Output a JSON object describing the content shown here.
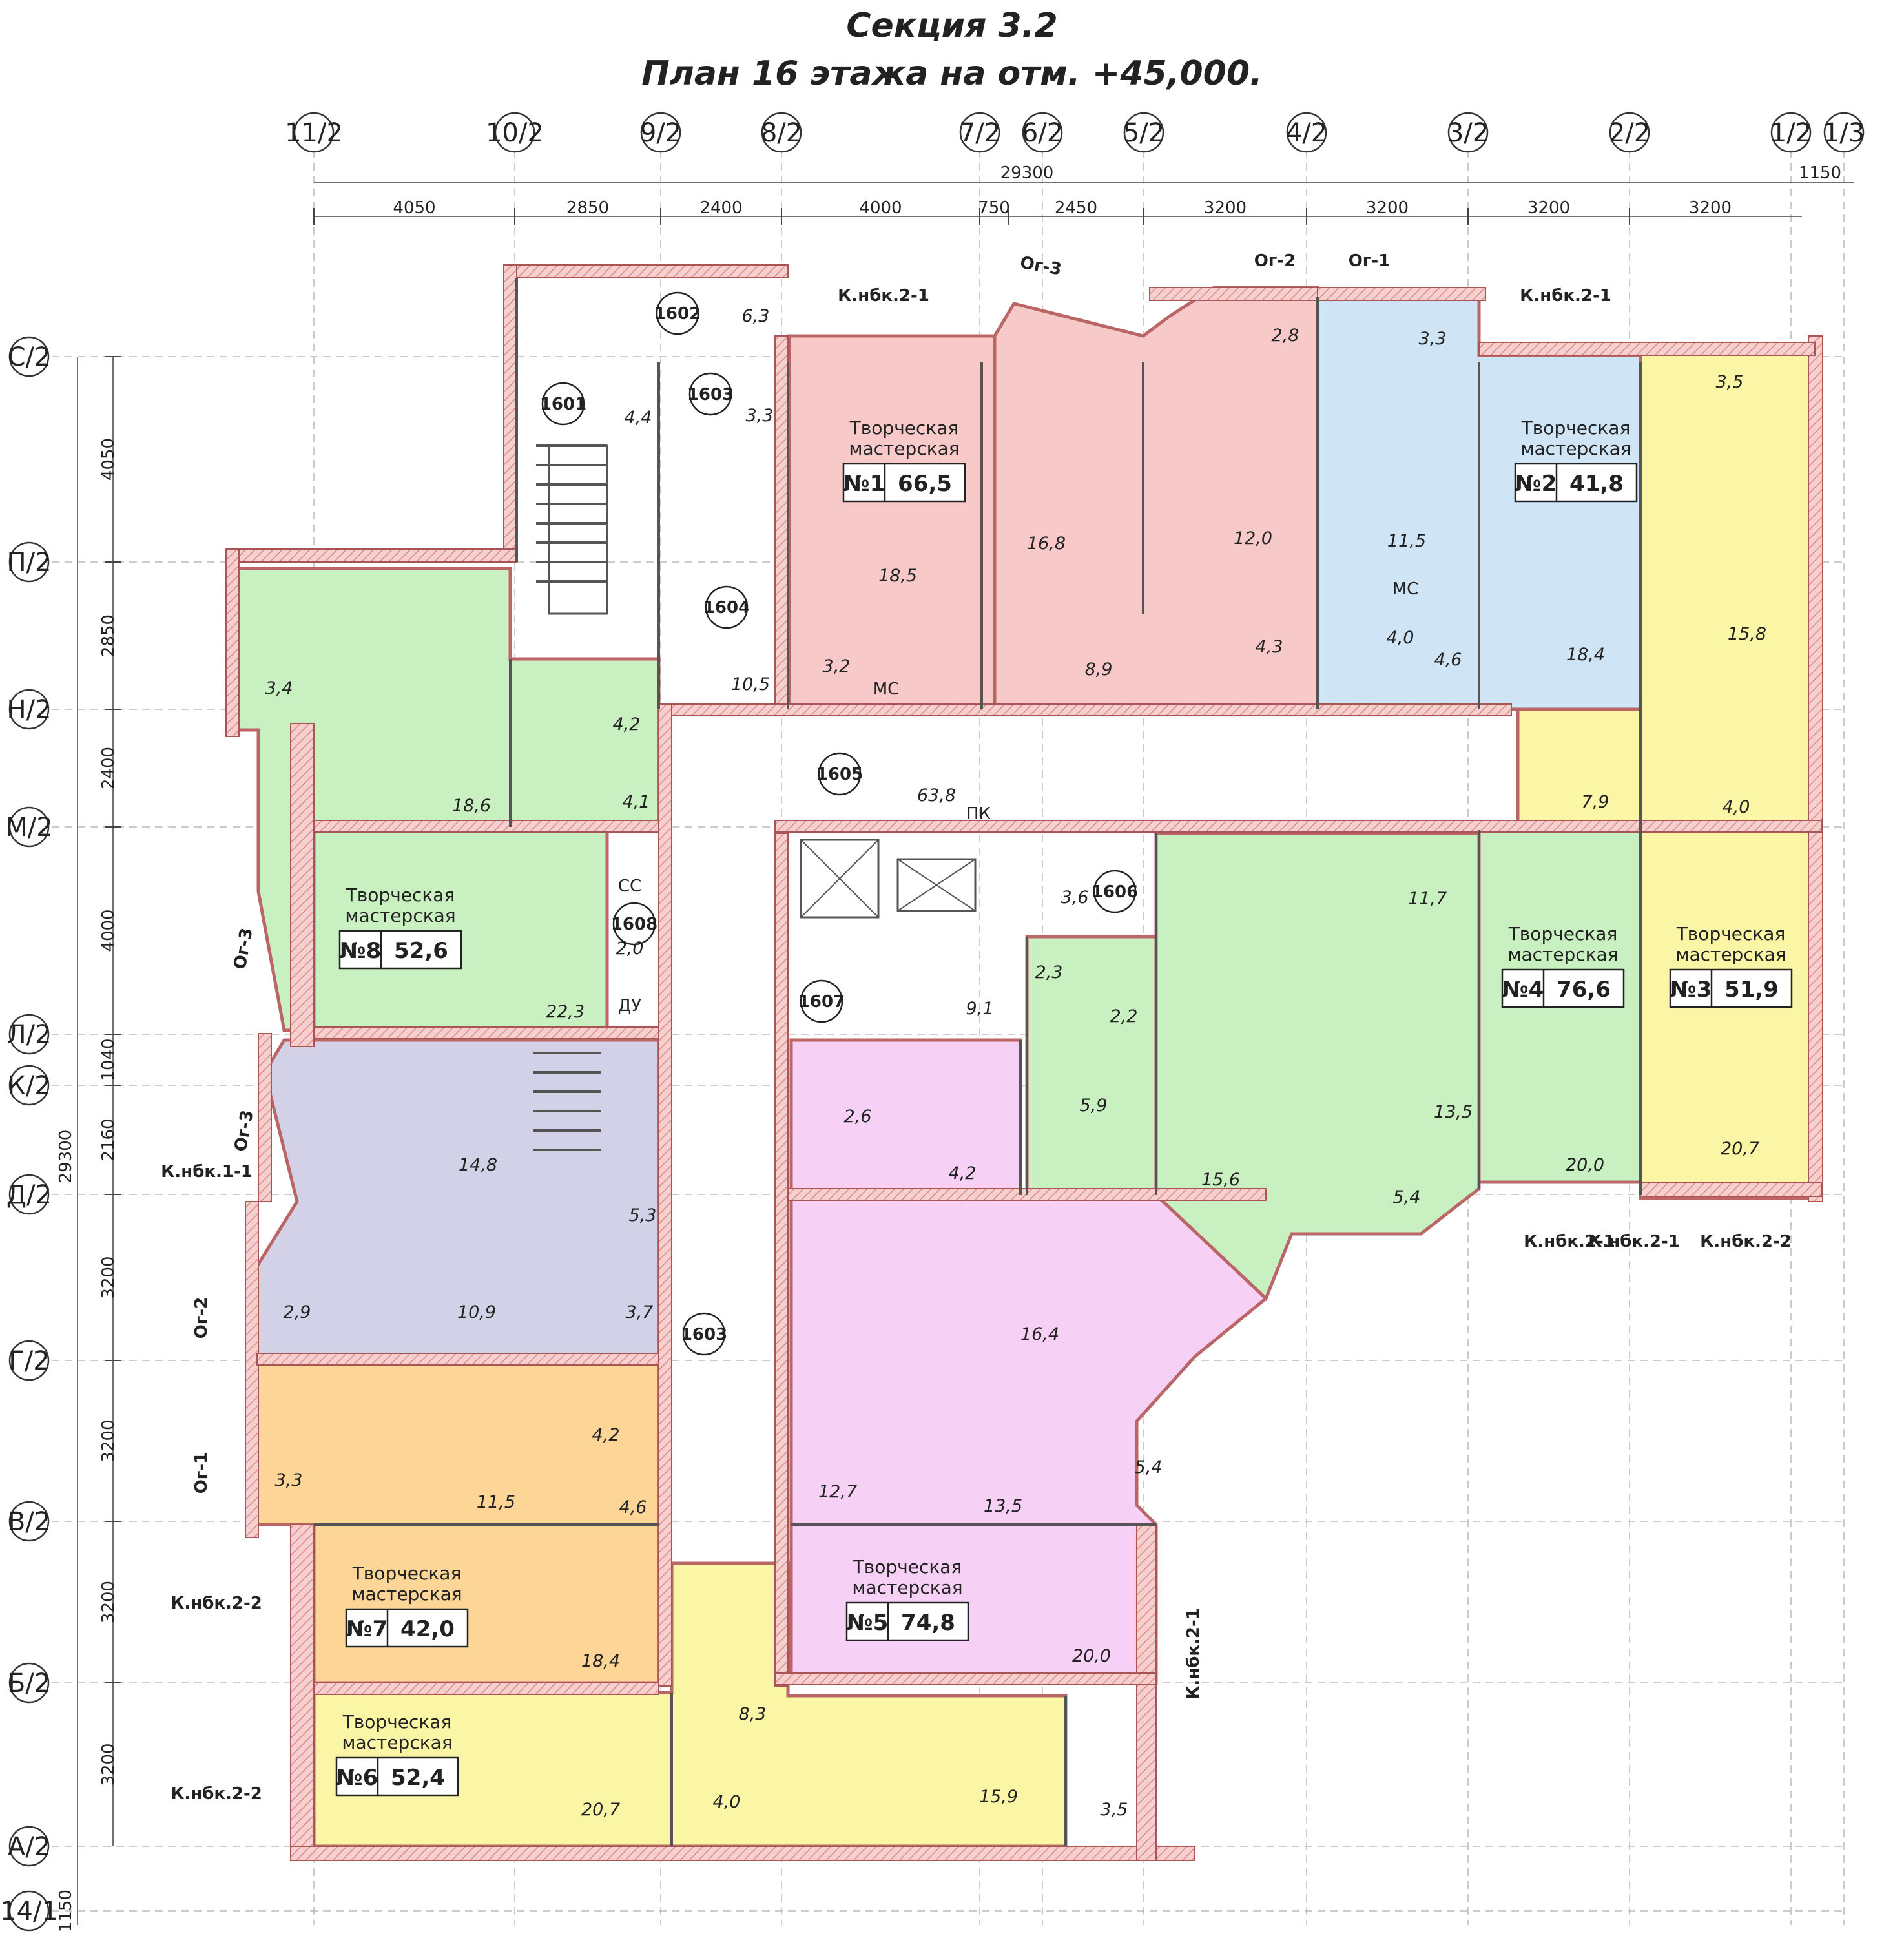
{
  "title": {
    "line1": "Секция 3.2",
    "line2": "План 16 этажа на отм. +45,000."
  },
  "axes_top": [
    "11/2",
    "10/2",
    "9/2",
    "8/2",
    "7/2",
    "6/2",
    "5/2",
    "4/2",
    "3/2",
    "2/2",
    "1/2",
    "1/3"
  ],
  "axes_left": [
    "С/2",
    "П/2",
    "Н/2",
    "М/2",
    "Л/2",
    "К/2",
    "Д/2",
    "Г/2",
    "В/2",
    "Б/2",
    "А/2",
    "14/1"
  ],
  "dims_top": {
    "overall": "29300",
    "tail": "1150",
    "segments": [
      "4050",
      "2850",
      "2400",
      "4000",
      "750",
      "2450",
      "3200",
      "3200",
      "3200",
      "3200"
    ]
  },
  "dims_left": {
    "overall": "29300",
    "tail": "1150",
    "segments": [
      "4050",
      "2850",
      "2400",
      "4000",
      "1040",
      "2160",
      "3200",
      "3200",
      "3200",
      "3200"
    ]
  },
  "workshop_label": "Творческая мастерская",
  "workshop_line1": "Творческая",
  "workshop_line2": "мастерская",
  "colors": {
    "pink": "#f8c9c9",
    "blue": "#cfe4f4",
    "yellow": "#fbf6a6",
    "green": "#c9f0c1",
    "violet": "#d2d1e8",
    "orange": "#fcd597",
    "magenta": "#f7d1f5",
    "wall": "#f3b8b8"
  },
  "units": [
    {
      "num": "№1",
      "area": "66,5"
    },
    {
      "num": "№2",
      "area": "41,8"
    },
    {
      "num": "№3",
      "area": "51,9"
    },
    {
      "num": "№4",
      "area": "76,6"
    },
    {
      "num": "№5",
      "area": "74,8"
    },
    {
      "num": "№6",
      "area": "52,4"
    },
    {
      "num": "№7",
      "area": "42,0"
    },
    {
      "num": "№8",
      "area": "52,6"
    }
  ],
  "room_ids": [
    "1601",
    "1602",
    "1603",
    "1604",
    "1605",
    "1606",
    "1607",
    "1608",
    "1603"
  ],
  "areas": [
    "6,3",
    "4,4",
    "3,3",
    "10,5",
    "18,5",
    "3,2",
    "16,8",
    "8,9",
    "12,0",
    "4,3",
    "2,8",
    "3,3",
    "11,5",
    "4,0",
    "4,6",
    "18,4",
    "3,5",
    "15,8",
    "7,9",
    "4,0",
    "63,8",
    "3,6",
    "9,1",
    "2,3",
    "2,2",
    "5,9",
    "11,7",
    "13,5",
    "15,6",
    "5,4",
    "20,0",
    "20,7",
    "3,4",
    "4,2",
    "18,6",
    "4,1",
    "22,3",
    "2,0",
    "14,8",
    "5,3",
    "2,9",
    "10,9",
    "3,7",
    "3,3",
    "4,2",
    "11,5",
    "4,6",
    "18,4",
    "2,6",
    "4,2",
    "16,4",
    "12,7",
    "13,5",
    "5,4",
    "20,0",
    "8,3",
    "4,0",
    "15,9",
    "3,5",
    "20,7"
  ],
  "callouts": [
    "К.нбк.2-1",
    "К.нбк.2-1",
    "Ог-3",
    "Ог-2",
    "Ог-1",
    "К.нбк.2-1",
    "Ог-3",
    "Ог-3",
    "К.нбк.1-1",
    "Ог-2",
    "Ог-1",
    "К.нбк.2-2",
    "К.нбк.2-2",
    "К.нбк.2-1",
    "К.нбк.2-1",
    "К.нбк.2-2"
  ],
  "small_labels": [
    "МС",
    "МС",
    "СС",
    "ДУ",
    "ПК"
  ]
}
